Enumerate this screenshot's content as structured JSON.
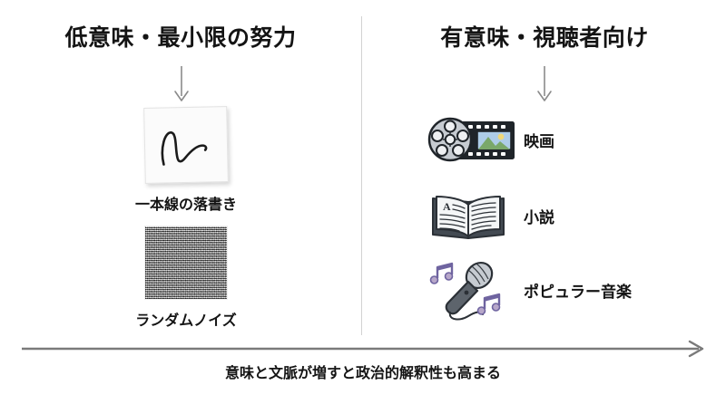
{
  "slide": {
    "background_color": "#ffffff",
    "divider_color": "#d2d2d2"
  },
  "columns": {
    "left": {
      "title": "低意味・最小限の努力",
      "arrow_icon": "arrow-down-icon",
      "items": [
        {
          "caption": "一本線の落書き",
          "icon": "scribble-doodle-icon"
        },
        {
          "caption": "ランダムノイズ",
          "icon": "random-noise-icon"
        }
      ]
    },
    "right": {
      "title": "有意味・視聴者向け",
      "arrow_icon": "arrow-down-icon",
      "items": [
        {
          "label": "映画",
          "icon": "film-reel-icon"
        },
        {
          "label": "小説",
          "icon": "open-book-icon"
        },
        {
          "label": "ポピュラー音楽",
          "icon": "microphone-music-icon"
        }
      ]
    }
  },
  "axis": {
    "icon": "arrow-right-icon",
    "caption": "意味と文脈が増すと政治的解釈性も高まる",
    "color": "#7a7a7a"
  },
  "palette": {
    "text": "#141414",
    "arrow_gray": "#8a8a8a",
    "axis_gray": "#7a7a7a",
    "icon_outline": "#2b3036",
    "reel_gray": "#c6cbd1",
    "film_dark": "#1f2429",
    "sky_blue": "#aecde8",
    "sun_yellow": "#f0d878",
    "mountain_green": "#7aa86a",
    "book_page": "#f4f6f7",
    "book_cover": "#434a52",
    "mic_head": "#c6cbd1",
    "mic_body": "#5d646c",
    "note_purple": "#6f64a0",
    "note_head": "#b7a7c9",
    "noise_gray": "#8e8e8e"
  }
}
